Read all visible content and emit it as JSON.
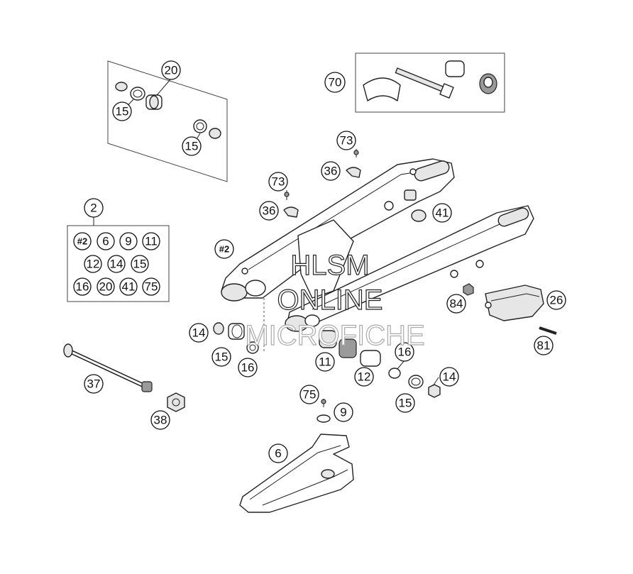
{
  "callouts": {
    "c20": "20",
    "c15a": "15",
    "c15b": "15",
    "c70": "70",
    "c73a": "73",
    "c36a": "36",
    "c73b": "73",
    "c36b": "36",
    "c41": "41",
    "c2": "2",
    "k2": "#2",
    "k6": "6",
    "k9": "9",
    "k11": "11",
    "k12": "12",
    "k14": "14",
    "k15": "15",
    "k16": "16",
    "k20": "20",
    "k41": "41",
    "k75": "75",
    "c2swing": "#2",
    "c84": "84",
    "c26": "26",
    "c81": "81",
    "c14a": "14",
    "c15c": "15",
    "c16a": "16",
    "c11": "11",
    "c16b": "16",
    "c12": "12",
    "c14b": "14",
    "c15d": "15",
    "c37": "37",
    "c38": "38",
    "c75": "75",
    "c9": "9",
    "c6": "6"
  },
  "watermark": {
    "line1": "HLSM",
    "line2": "ONLINE",
    "line3": "MICROFICHE"
  }
}
